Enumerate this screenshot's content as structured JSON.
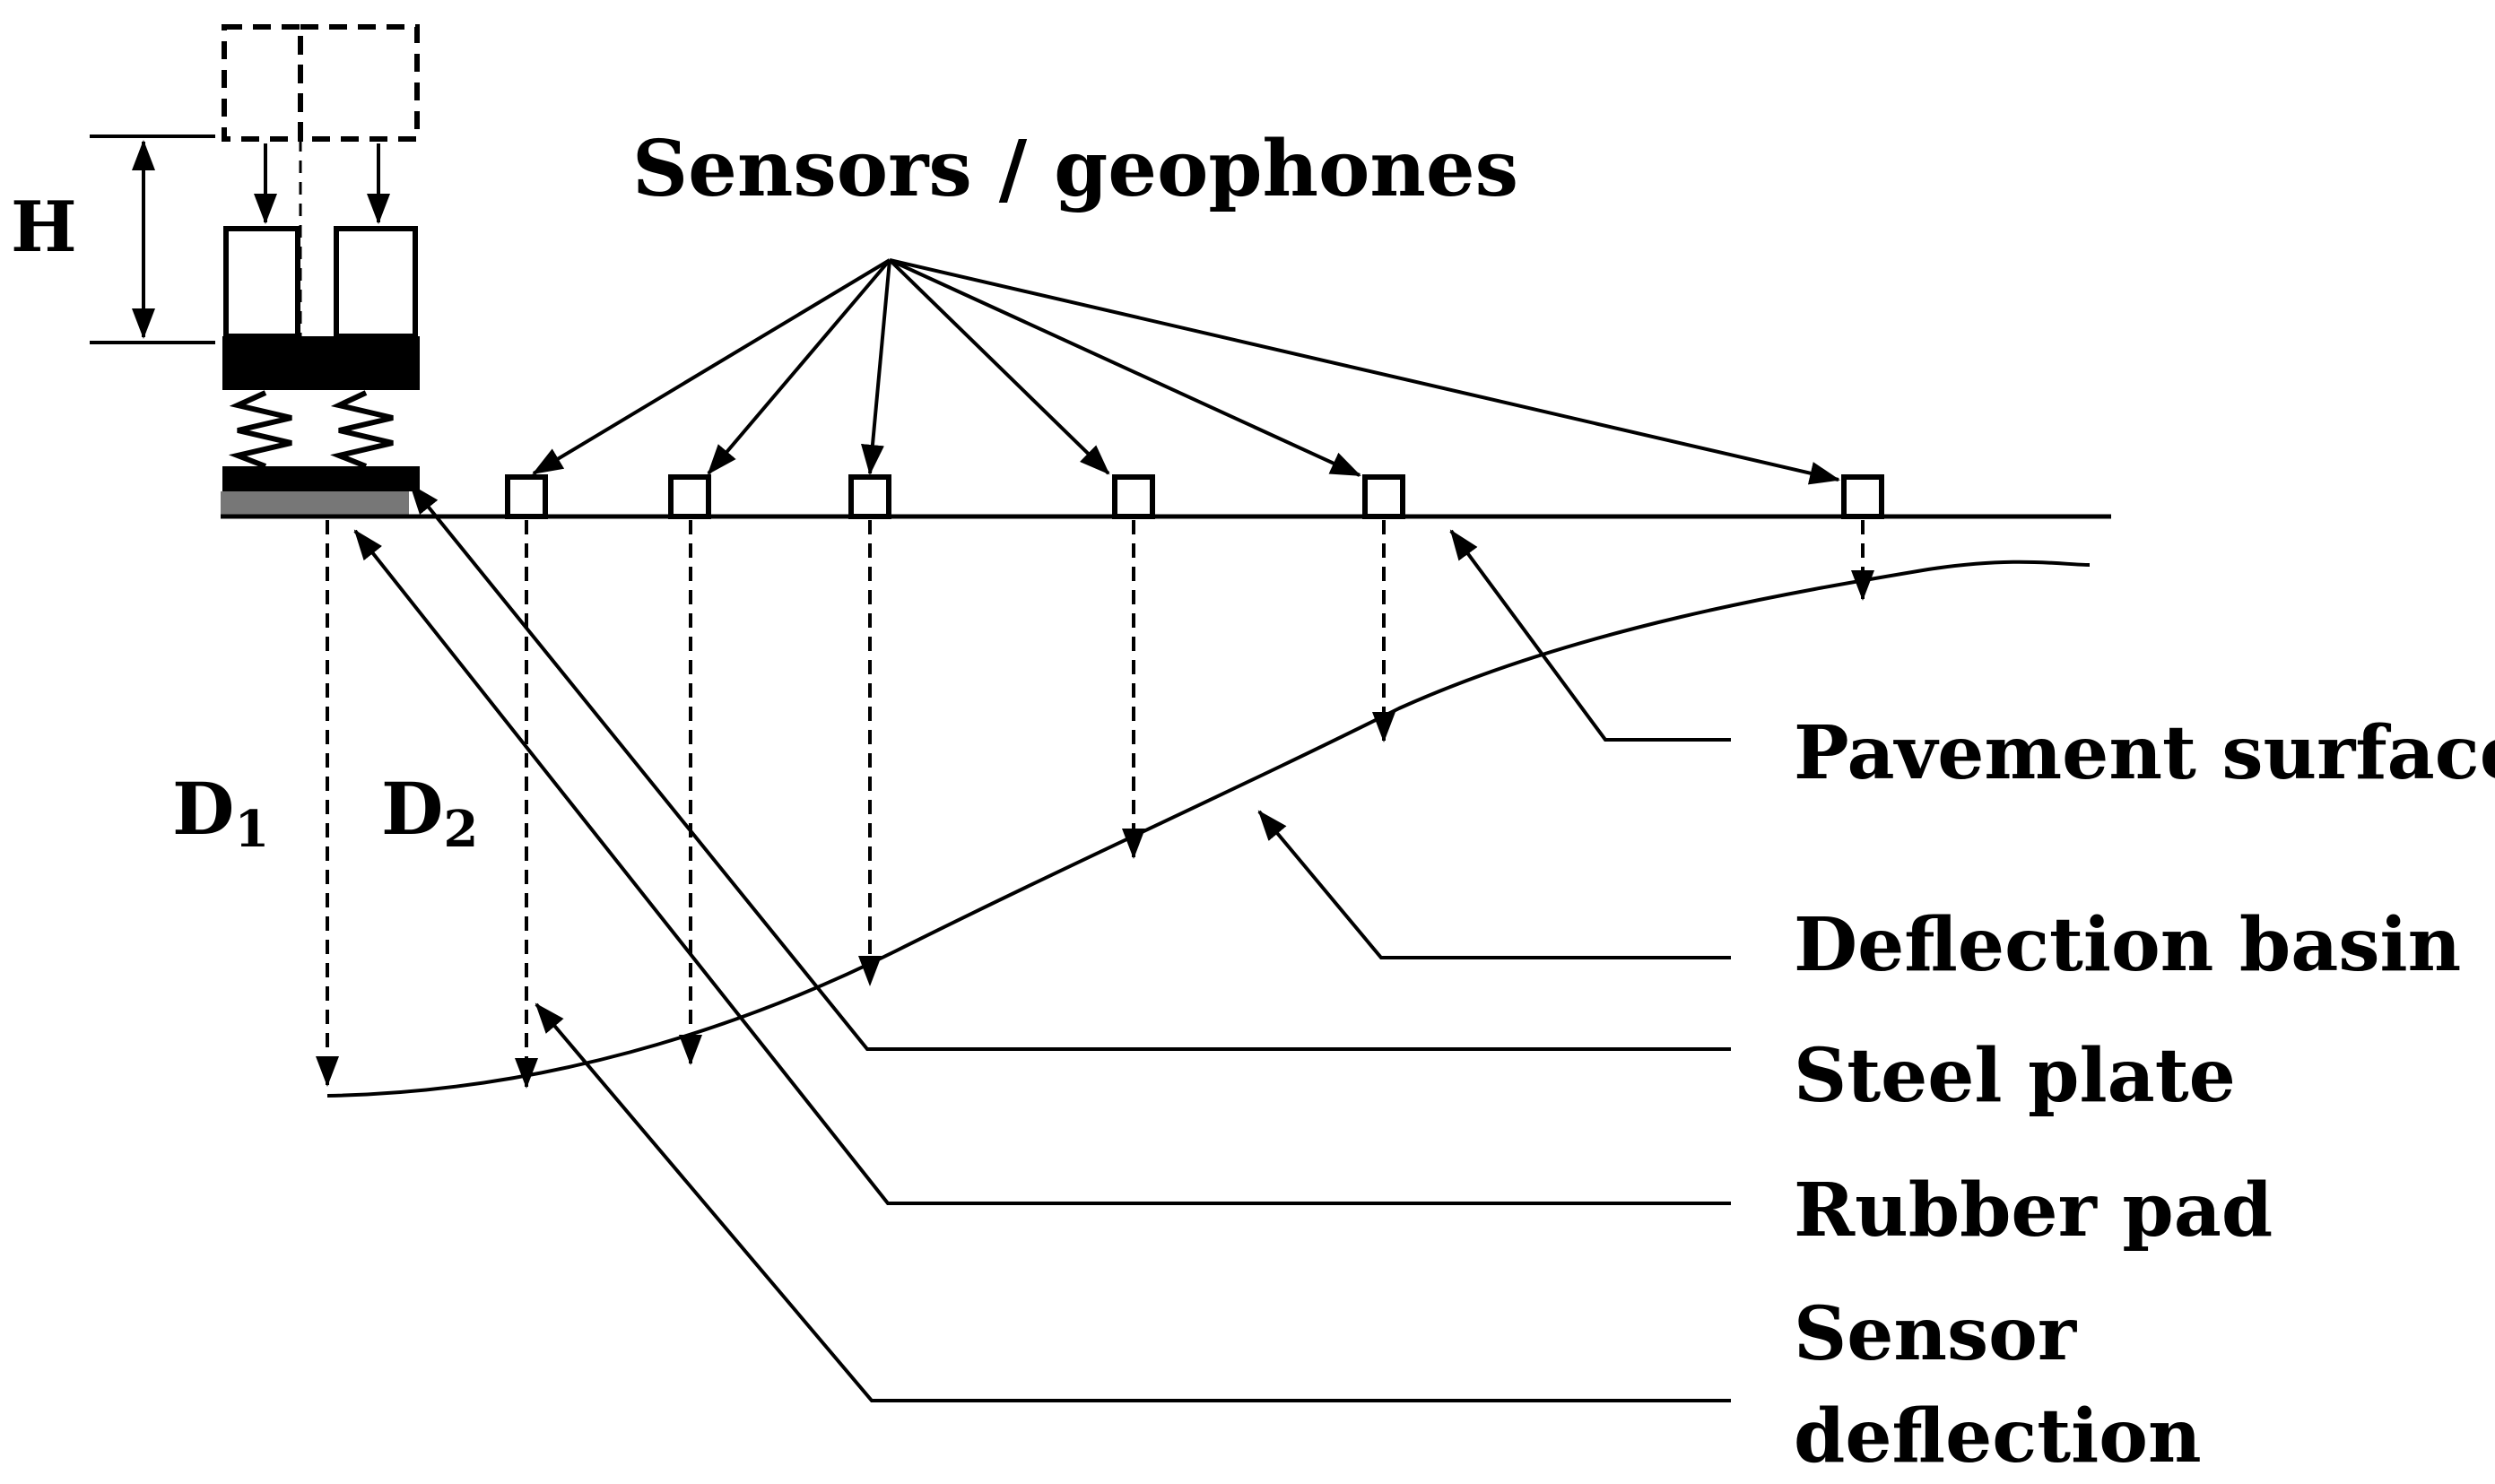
{
  "labels": {
    "H": "H",
    "sensors": "Sensors / geophones",
    "d1_main": "D",
    "d1_sub": "1",
    "d2_main": "D",
    "d2_sub": "2",
    "pavement_surface": "Pavement surface",
    "deflection_basin": "Deflection basin",
    "steel_plate": "Steel plate",
    "rubber_pad": "Rubber pad",
    "sensor_deflection_line1": "Sensor",
    "sensor_deflection_line2": "deflection"
  }
}
